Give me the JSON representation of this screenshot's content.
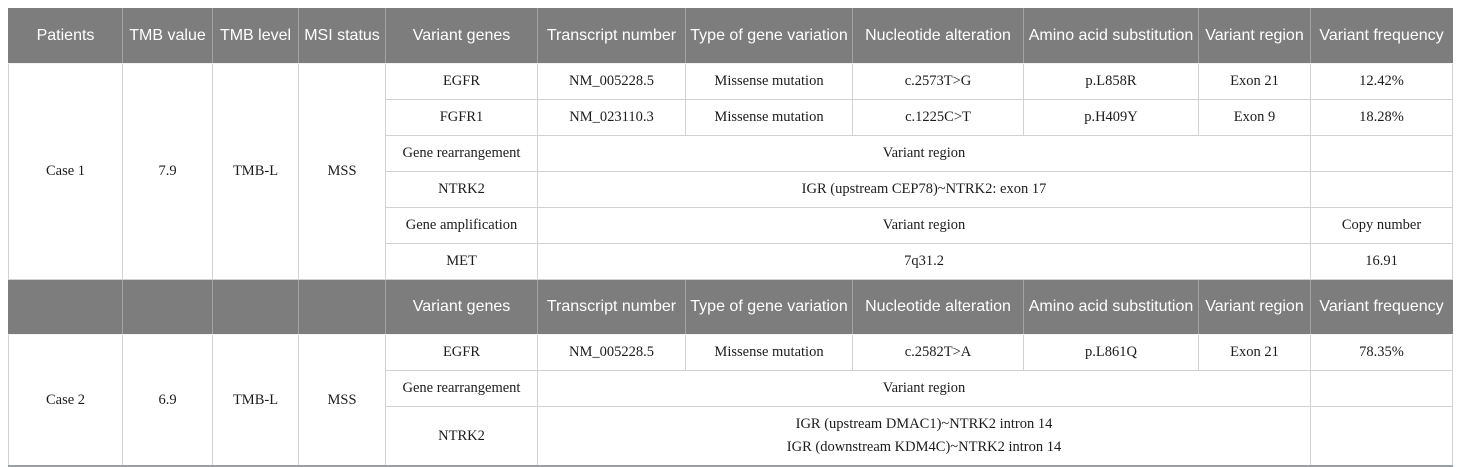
{
  "colors": {
    "header_bg": "#7d7d7d",
    "header_text": "#ffffff",
    "body_text": "#1c1c1c",
    "border_light": "#d2d2d2",
    "bottom_rule": "#9aa0a2"
  },
  "header_labels": [
    "Patients",
    "TMB value",
    "TMB level",
    "MSI status",
    "Variant genes",
    "Transcript number",
    "Type of gene variation",
    "Nucleotide alteration",
    "Amino acid substitution",
    "Variant region",
    "Variant frequency"
  ],
  "sub_header_labels": [
    "Variant genes",
    "Transcript number",
    "Type of gene variation",
    "Nucleotide alteration",
    "Amino acid substitution",
    "Variant region",
    "Variant frequency"
  ],
  "case1": {
    "patient": "Case 1",
    "tmb_value": "7.9",
    "tmb_level": "TMB-L",
    "msi_status": "MSS",
    "variant_rows": [
      {
        "gene": "EGFR",
        "transcript": "NM_005228.5",
        "variation_type": "Missense mutation",
        "nucleotide": "c.2573T>G",
        "amino_acid": "p.L858R",
        "region": "Exon 21",
        "frequency": "12.42%"
      },
      {
        "gene": "FGFR1",
        "transcript": "NM_023110.3",
        "variation_type": "Missense mutation",
        "nucleotide": "c.1225C>T",
        "amino_acid": "p.H409Y",
        "region": "Exon 9",
        "frequency": "18.28%"
      }
    ],
    "rearrangement": {
      "label": "Gene rearrangement",
      "span_text": "Variant region"
    },
    "rearrangement_detail": {
      "gene": "NTRK2",
      "span_text": "IGR (upstream CEP78)~NTRK2: exon 17"
    },
    "amplification": {
      "label": "Gene amplification",
      "span_text": "Variant region",
      "frequency": "Copy number"
    },
    "amplification_detail": {
      "gene": "MET",
      "span_text": "7q31.2",
      "frequency": "16.91"
    }
  },
  "case2": {
    "patient": "Case 2",
    "tmb_value": "6.9",
    "tmb_level": "TMB-L",
    "msi_status": "MSS",
    "variant_rows": [
      {
        "gene": "EGFR",
        "transcript": "NM_005228.5",
        "variation_type": "Missense mutation",
        "nucleotide": "c.2582T>A",
        "amino_acid": "p.L861Q",
        "region": "Exon 21",
        "frequency": "78.35%"
      }
    ],
    "rearrangement": {
      "label": "Gene rearrangement",
      "span_text": "Variant region"
    },
    "rearrangement_detail": {
      "gene": "NTRK2",
      "span_lines": [
        "IGR (upstream DMAC1)~NTRK2 intron 14",
        "IGR (downstream KDM4C)~NTRK2 intron 14"
      ]
    }
  }
}
